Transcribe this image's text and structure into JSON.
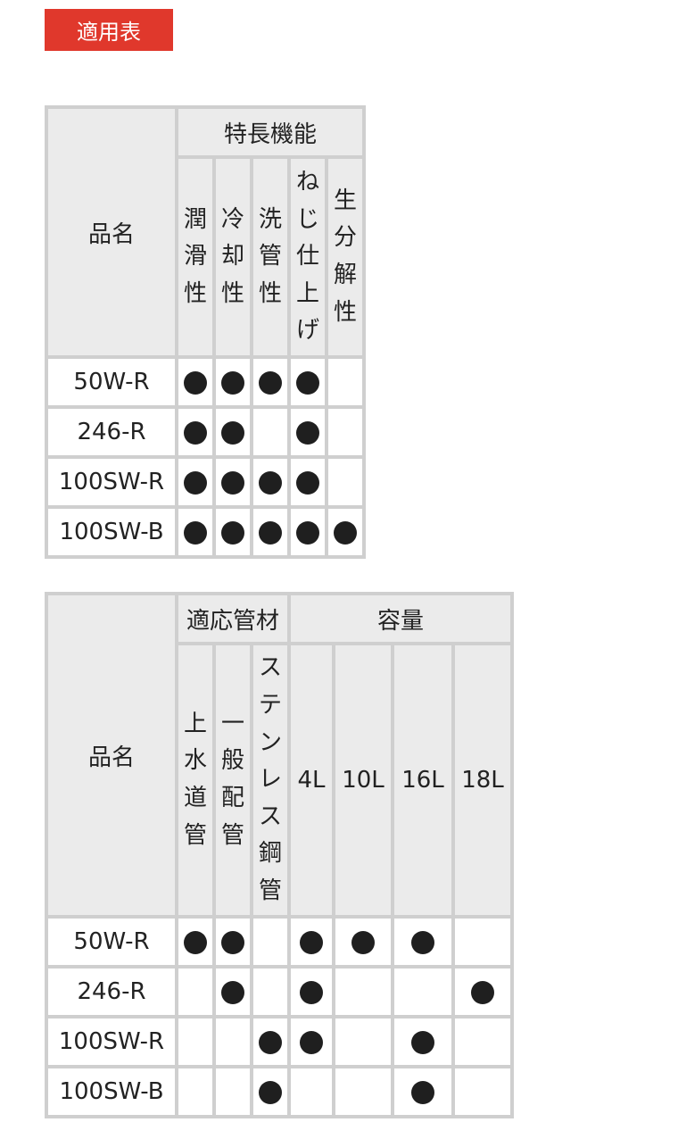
{
  "section_label": "適用表",
  "table1": {
    "name_header": "品名",
    "group_header": "特長機能",
    "columns": [
      "潤滑性",
      "冷却性",
      "洗管性",
      "ねじ仕上げ",
      "生分解性"
    ],
    "rows": [
      {
        "name": "50W-R",
        "marks": [
          true,
          true,
          true,
          true,
          false
        ]
      },
      {
        "name": "246-R",
        "marks": [
          true,
          true,
          false,
          true,
          false
        ]
      },
      {
        "name": "100SW-R",
        "marks": [
          true,
          true,
          true,
          true,
          false
        ]
      },
      {
        "name": "100SW-B",
        "marks": [
          true,
          true,
          true,
          true,
          true
        ]
      }
    ]
  },
  "table2": {
    "name_header": "品名",
    "group_headers": [
      "適応管材",
      "容量"
    ],
    "pipe_columns": [
      "上水道管",
      "一般配管",
      "ステンレス鋼管"
    ],
    "capacity_columns": [
      "4L",
      "10L",
      "16L",
      "18L"
    ],
    "rows": [
      {
        "name": "50W-R",
        "marks": [
          true,
          true,
          false,
          true,
          true,
          true,
          false
        ]
      },
      {
        "name": "246-R",
        "marks": [
          false,
          true,
          false,
          true,
          false,
          false,
          true
        ]
      },
      {
        "name": "100SW-R",
        "marks": [
          false,
          false,
          true,
          true,
          false,
          true,
          false
        ]
      },
      {
        "name": "100SW-B",
        "marks": [
          false,
          false,
          true,
          false,
          false,
          true,
          false
        ]
      }
    ]
  }
}
